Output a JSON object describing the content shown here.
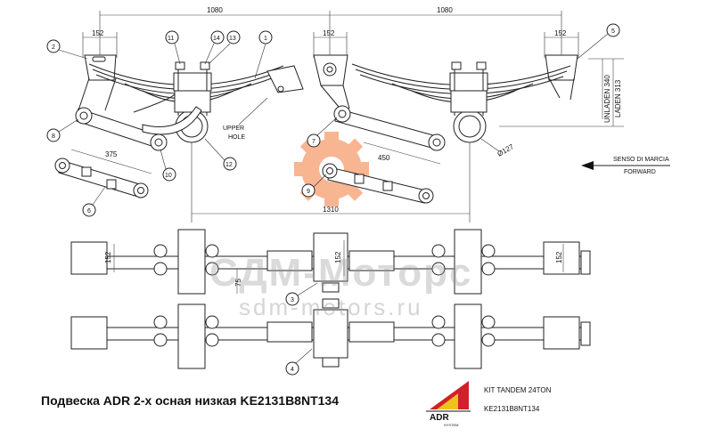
{
  "dims": {
    "d1080a": "1080",
    "d1080b": "1080",
    "d152_1": "152",
    "d152_2": "152",
    "d152_3": "152",
    "d375": "375",
    "d450": "450",
    "d1310": "1310",
    "d127": "Ø127",
    "d152_v1": "152",
    "d152_v2": "152",
    "d152_v3": "152",
    "d75": "75",
    "unladen": "UNLADEN 340",
    "laden": "LADEN 313"
  },
  "labels": {
    "upper_hole_1": "UPPER",
    "upper_hole_2": "HOLE",
    "senso": "SENSO DI MARCIA",
    "forward": "FORWARD"
  },
  "callouts": [
    "1",
    "2",
    "3",
    "4",
    "5",
    "6",
    "7",
    "8",
    "9",
    "10",
    "11",
    "12",
    "13",
    "14"
  ],
  "watermark": {
    "main": "СДМ-Моторс",
    "url": "sdm-motors.ru"
  },
  "caption": "Подвеска ADR 2-х осная низкая KE2131B8NT134",
  "kit": {
    "line1": "KIT TANDEM 24TON",
    "line2": "KE2131B8NT134"
  },
  "logo": {
    "text": "ADR",
    "sub": "SYSTEM"
  },
  "colors": {
    "watermark_gear": "#f47a3a",
    "logo_red": "#d0202a",
    "logo_yellow": "#f0c020"
  }
}
